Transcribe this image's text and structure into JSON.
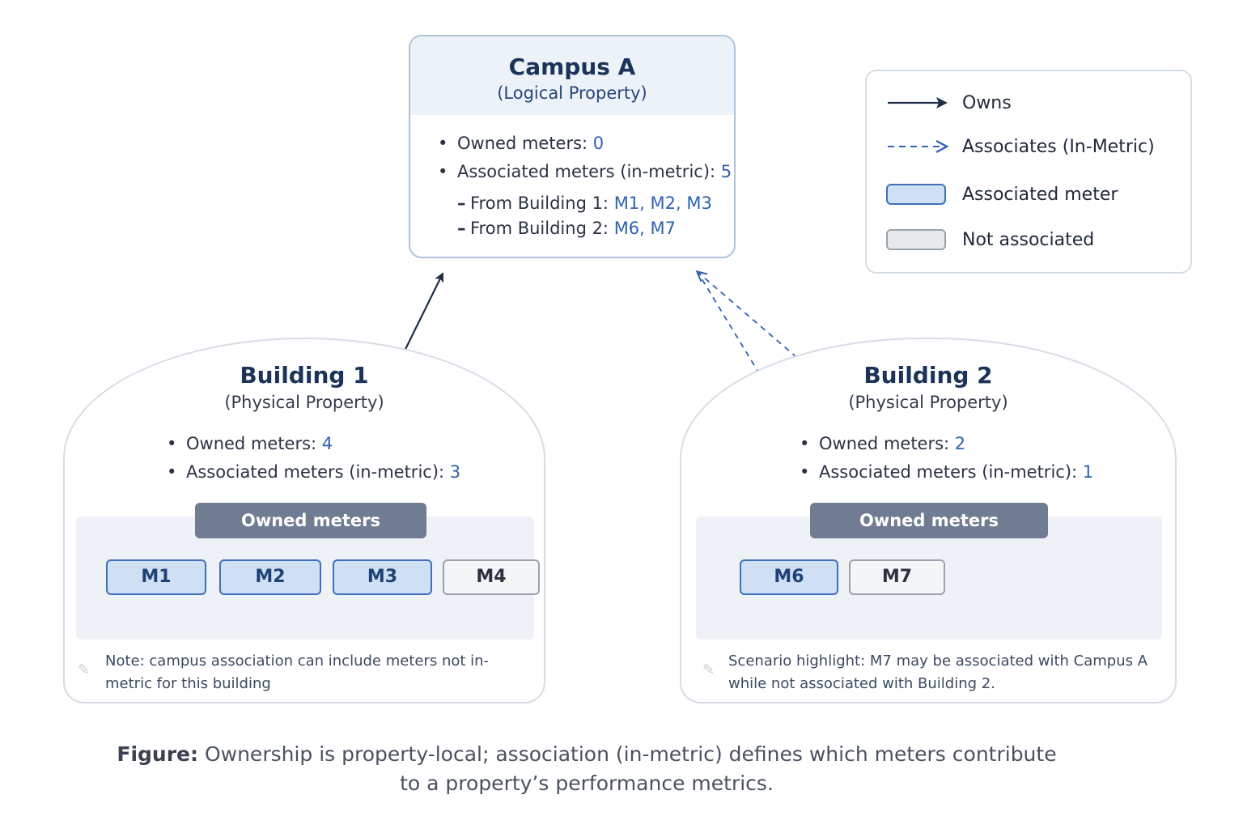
{
  "campus": {
    "title": "Campus A",
    "subtitle": "(Logical Property)",
    "owned_label": "Owned meters: ",
    "owned_value": "0",
    "assoc_label": "Associated meters (in-metric): ",
    "assoc_value": "5",
    "from": [
      {
        "label": "From Building 1: ",
        "meters": "M1, M2, M3"
      },
      {
        "label": "From Building 2: ",
        "meters": "M6, M7"
      }
    ]
  },
  "legend": {
    "owns": "Owns",
    "associates": "Associates (In-Metric)",
    "associated_meter": "Associated meter",
    "not_associated": "Not associated"
  },
  "building1": {
    "title": "Building 1",
    "subtitle": "(Physical Property)",
    "owned_label": "Owned meters: ",
    "owned_value": "4",
    "assoc_label": "Associated meters (in-metric): ",
    "assoc_value": "3",
    "owned_header": "Owned meters",
    "meters": [
      {
        "id": "M1",
        "state": "associated"
      },
      {
        "id": "M2",
        "state": "associated"
      },
      {
        "id": "M3",
        "state": "associated"
      },
      {
        "id": "M4",
        "state": "not-associated"
      }
    ],
    "note": "Note: campus association can include meters not in-metric for this building"
  },
  "building2": {
    "title": "Building 2",
    "subtitle": "(Physical Property)",
    "owned_label": "Owned meters: ",
    "owned_value": "2",
    "assoc_label": "Associated meters (in-metric): ",
    "assoc_value": "1",
    "owned_header": "Owned meters",
    "meters": [
      {
        "id": "M6",
        "state": "associated"
      },
      {
        "id": "M7",
        "state": "not-associated"
      }
    ],
    "note": "Scenario highlight: M7 may be associated with Campus A while not associated with Building 2."
  },
  "caption": {
    "lead": "Figure:",
    "text": " Ownership is property-local; association (in-metric) defines which meters contribute to a property’s performance metrics."
  },
  "colors": {
    "owns_arrow": "#1f2d45",
    "associates_arrow": "#2f62b0",
    "associated_fill": "#cfe0f4",
    "associated_border": "#3f70b8",
    "not_associated_fill": "#e7e9ec",
    "not_associated_border": "#9aa2ad",
    "owned_header_fill": "#707c92"
  }
}
